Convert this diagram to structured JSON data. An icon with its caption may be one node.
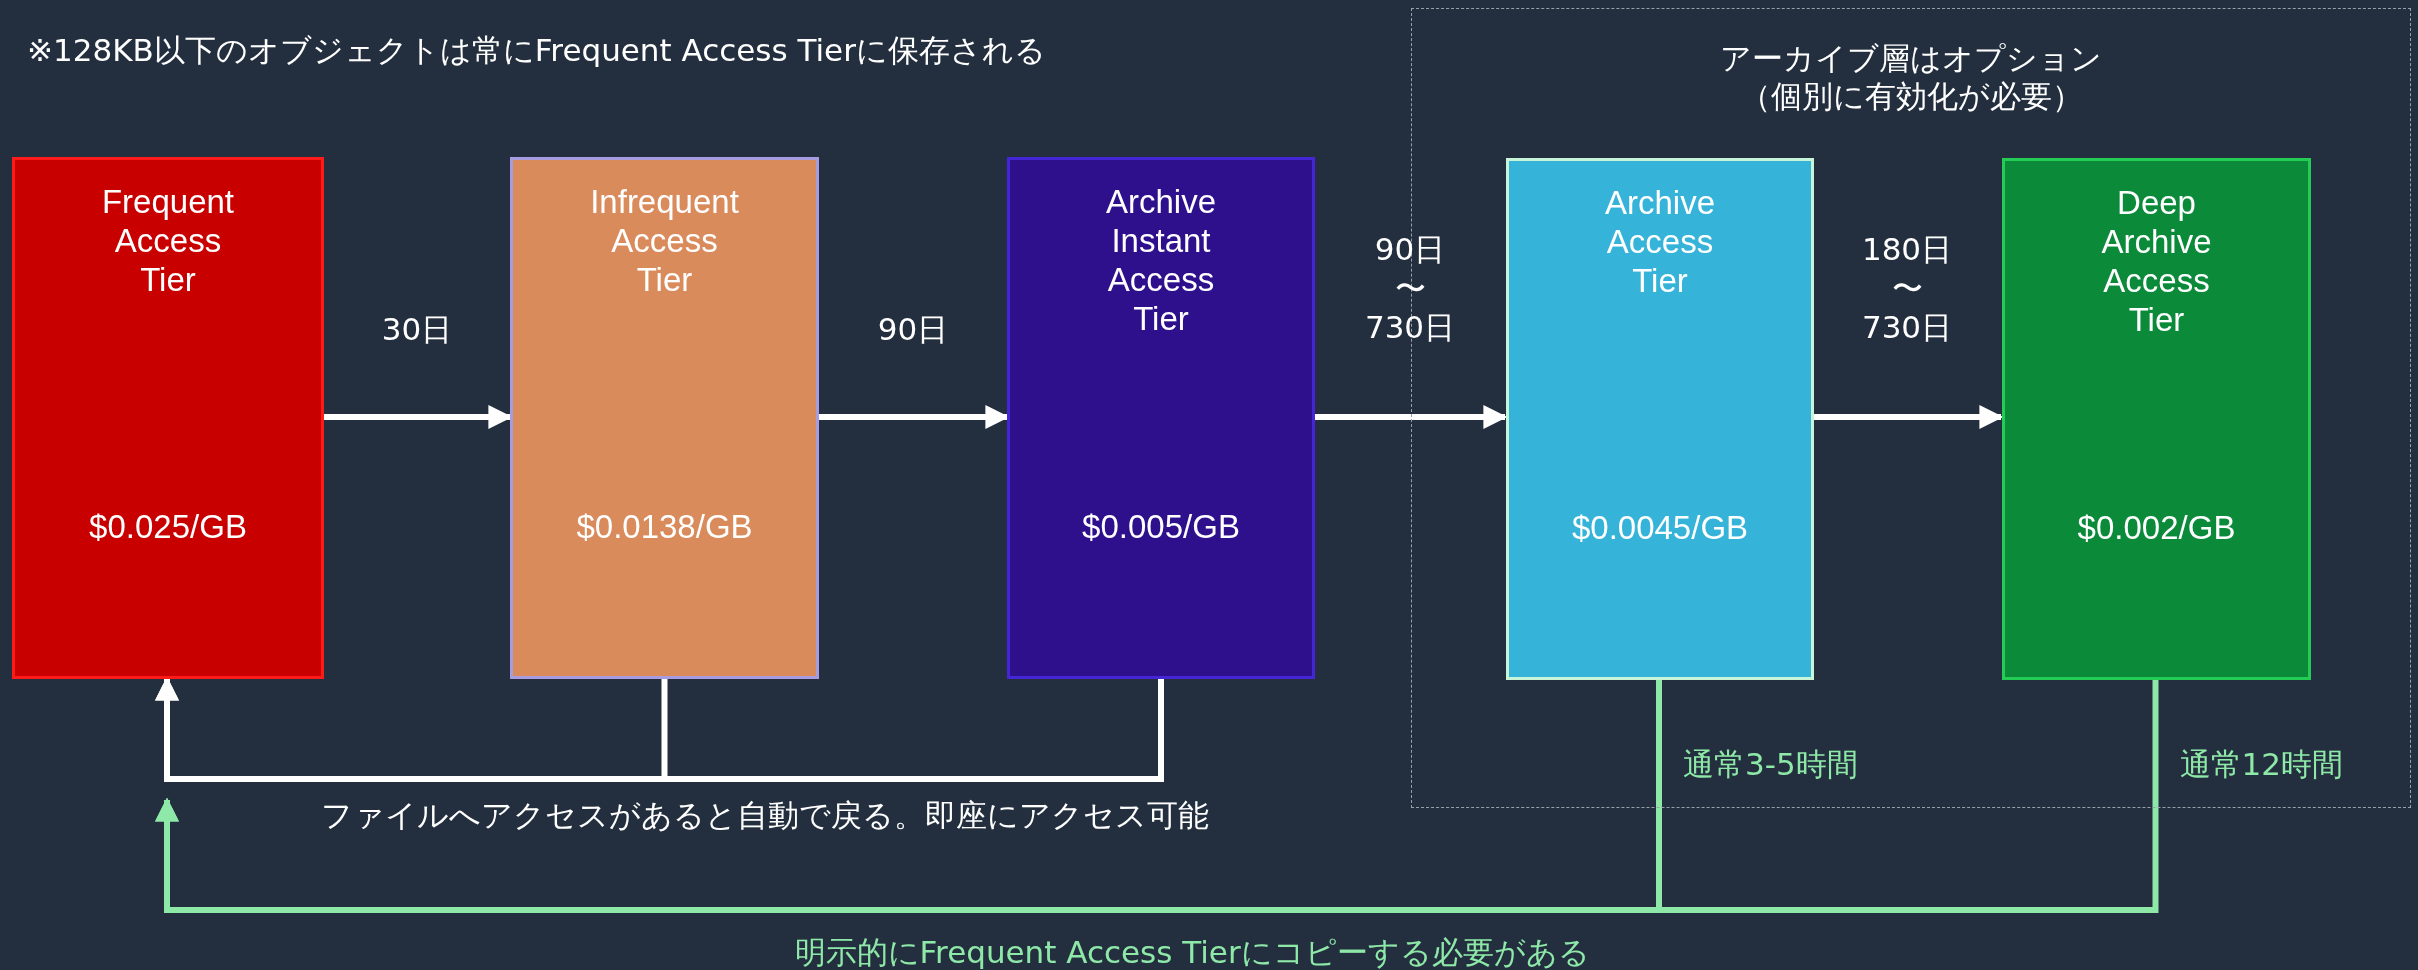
{
  "diagram": {
    "nodes": [
      {
        "text": [
          "Frequent Access Tier",
          "$0.025/GB"
        ]
      },
      {
        "text": [
          "Infrequent Access Tier",
          "$0.0138/GB"
        ]
      },
      {
        "text": [
          "Archive Instant Access Tier",
          "$0.005/GB"
        ]
      },
      {
        "text": [
          "アーカイブ層はオプション（個別に有効化が必要）"
        ]
      },
      {
        "text": [
          "Archive Access Tier",
          "$0.0045/GB"
        ],
        "in": 3
      },
      {
        "text": [
          "Deep Archive Access Tier",
          "$0.002/GB"
        ],
        "in": 3
      }
    ],
    "edges": [
      {
        "from": 0,
        "to": 1,
        "arrow": "to",
        "label": "30日"
      },
      {
        "from": 1,
        "to": 2,
        "arrow": "to",
        "label": "90日"
      },
      {
        "from": 2,
        "to": 4,
        "arrow": "to",
        "label": "90日〜730日"
      },
      {
        "from": 4,
        "to": 5,
        "arrow": "to",
        "label": "180日〜730日"
      },
      {
        "from": 1,
        "to": 0,
        "arrow": "to"
      },
      {
        "from": 2,
        "to": 0,
        "arrow": "to"
      },
      {
        "from": 4,
        "to": 0,
        "arrow": "to",
        "label": "通常3-5時間",
        "color": "#8ee8a8"
      },
      {
        "from": 5,
        "to": 0,
        "arrow": "to",
        "label": "通常12時間",
        "color": "#8ee8a8"
      }
    ],
    "labels": [
      "※128KB以下のオブジェクトは常にFrequent Access Tierに保存される",
      "ファイルへアクセスがあると自動で戻る。即座にアクセス可能",
      "明示的にFrequent Access Tierにコピーする必要がある"
    ]
  }
}
